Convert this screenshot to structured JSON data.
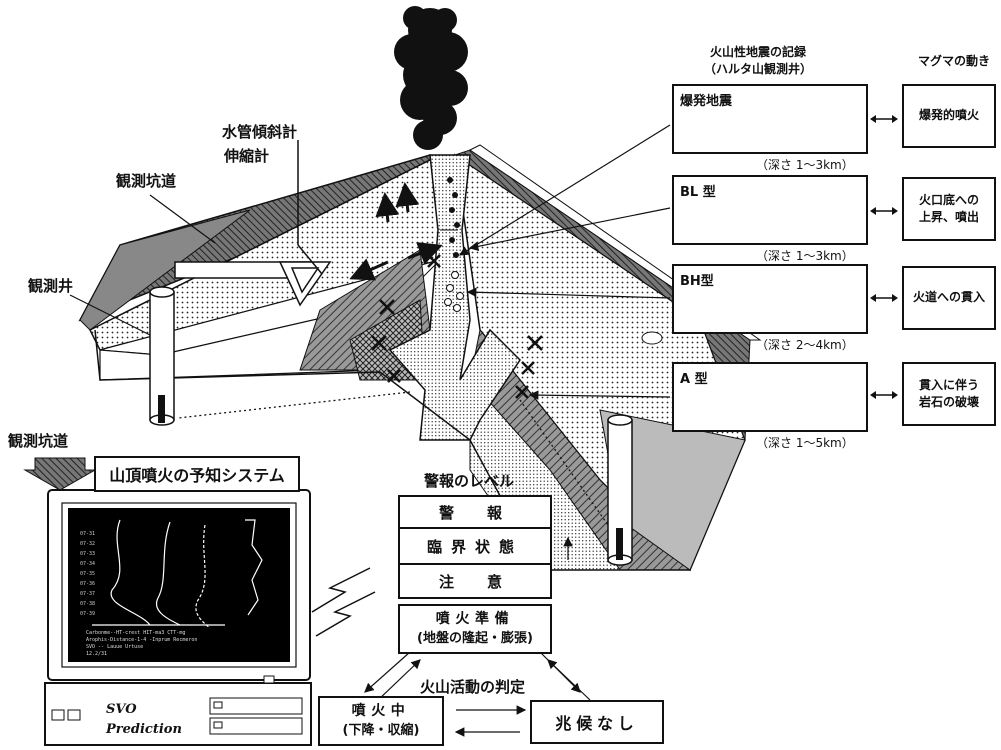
{
  "header": {
    "seismic_records_title_line1": "火山性地震の記録",
    "seismic_records_title_line2": "（ハルタ山観測井）",
    "magma_title": "マグマの動き"
  },
  "volcano_labels": {
    "tiltmeter_line1": "水管傾斜計",
    "tiltmeter_line2": "伸縮計",
    "tunnel": "観測坑道",
    "well": "観測井",
    "tunnel_bottom": "観測坑道"
  },
  "earthquakes": [
    {
      "type": "爆発地震",
      "depth": "（深さ 1～3km）",
      "magma": [
        "爆発的噴火"
      ]
    },
    {
      "type": "BL 型",
      "depth": "（深さ 1～3km）",
      "magma": [
        "火口底への",
        "上昇、噴出"
      ]
    },
    {
      "type": "BH型",
      "depth": "（深さ 2～4km）",
      "magma": [
        "火道への貫入"
      ]
    },
    {
      "type": "A 型",
      "depth": "（深さ 1～5km）",
      "magma": [
        "貫入に伴う",
        "岩石の破壊"
      ]
    }
  ],
  "system": {
    "title": "山頂噴火の予知システム",
    "svo_line1": "SVO",
    "svo_line2": "Prediction"
  },
  "warning_levels": {
    "title": "警報のレベル",
    "levels": [
      "警　報",
      "臨界状態",
      "注　意"
    ],
    "preparation_line1": "噴火準備",
    "preparation_line2": "(地盤の隆起・膨張)",
    "judgement": "火山活動の判定",
    "erupting_line1": "噴火中",
    "erupting_line2": "(下降・収縮)",
    "no_sign": "兆候なし"
  },
  "monitor_screen_lines": [
    "Carbonme--HT-crest HIT-ma3  CTT-mg",
    "Arophis-Distance-1-4 -Inprum Recmeron",
    "SVO -- Lauue Urtuse",
    "12.2/31"
  ]
}
